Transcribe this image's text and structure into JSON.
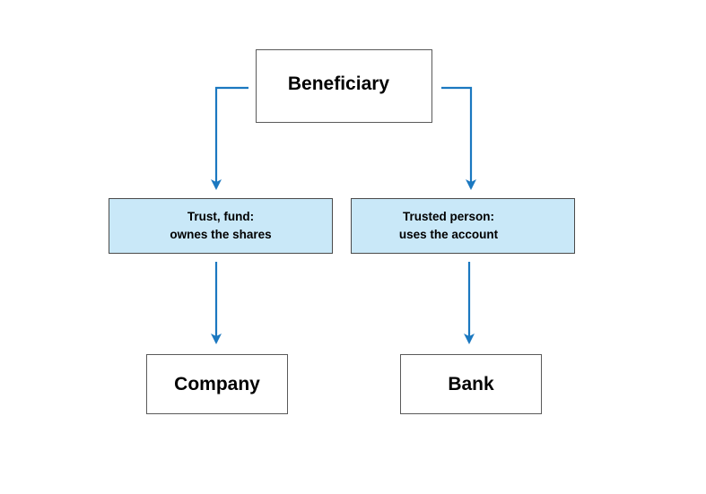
{
  "diagram": {
    "nodes": {
      "beneficiary": "Beneficiary",
      "trust": "Trust, fund:\nownes the shares",
      "trusted_person": "Trusted person:\nuses the account",
      "company": "Company",
      "bank": "Bank"
    },
    "edges": [
      {
        "from": "beneficiary",
        "to": "trust"
      },
      {
        "from": "beneficiary",
        "to": "trusted_person"
      },
      {
        "from": "trust",
        "to": "company"
      },
      {
        "from": "trusted_person",
        "to": "bank"
      }
    ],
    "colors": {
      "arrow": "#1b78c0",
      "highlight_fill": "#c9e8f8",
      "border": "#5a5a5a"
    }
  }
}
